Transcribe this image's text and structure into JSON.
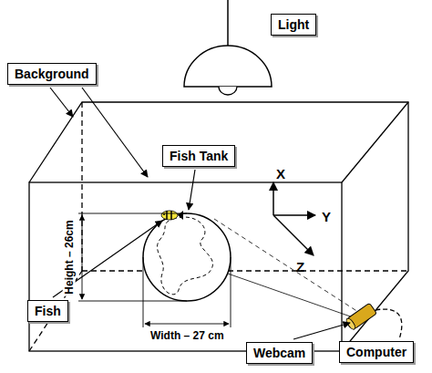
{
  "diagram": {
    "nodes": [
      {
        "text": [
          "Light"
        ]
      },
      {
        "text": [
          "Background"
        ]
      },
      {
        "text": [
          "Fish Tank"
        ]
      },
      {
        "text": [
          "Fish"
        ]
      },
      {
        "text": [
          "Webcam"
        ]
      },
      {
        "text": [
          "Computer"
        ]
      }
    ],
    "labels": [
      "X",
      "Y",
      "Z",
      "Height – 26cm",
      "Width – 27 cm"
    ]
  }
}
